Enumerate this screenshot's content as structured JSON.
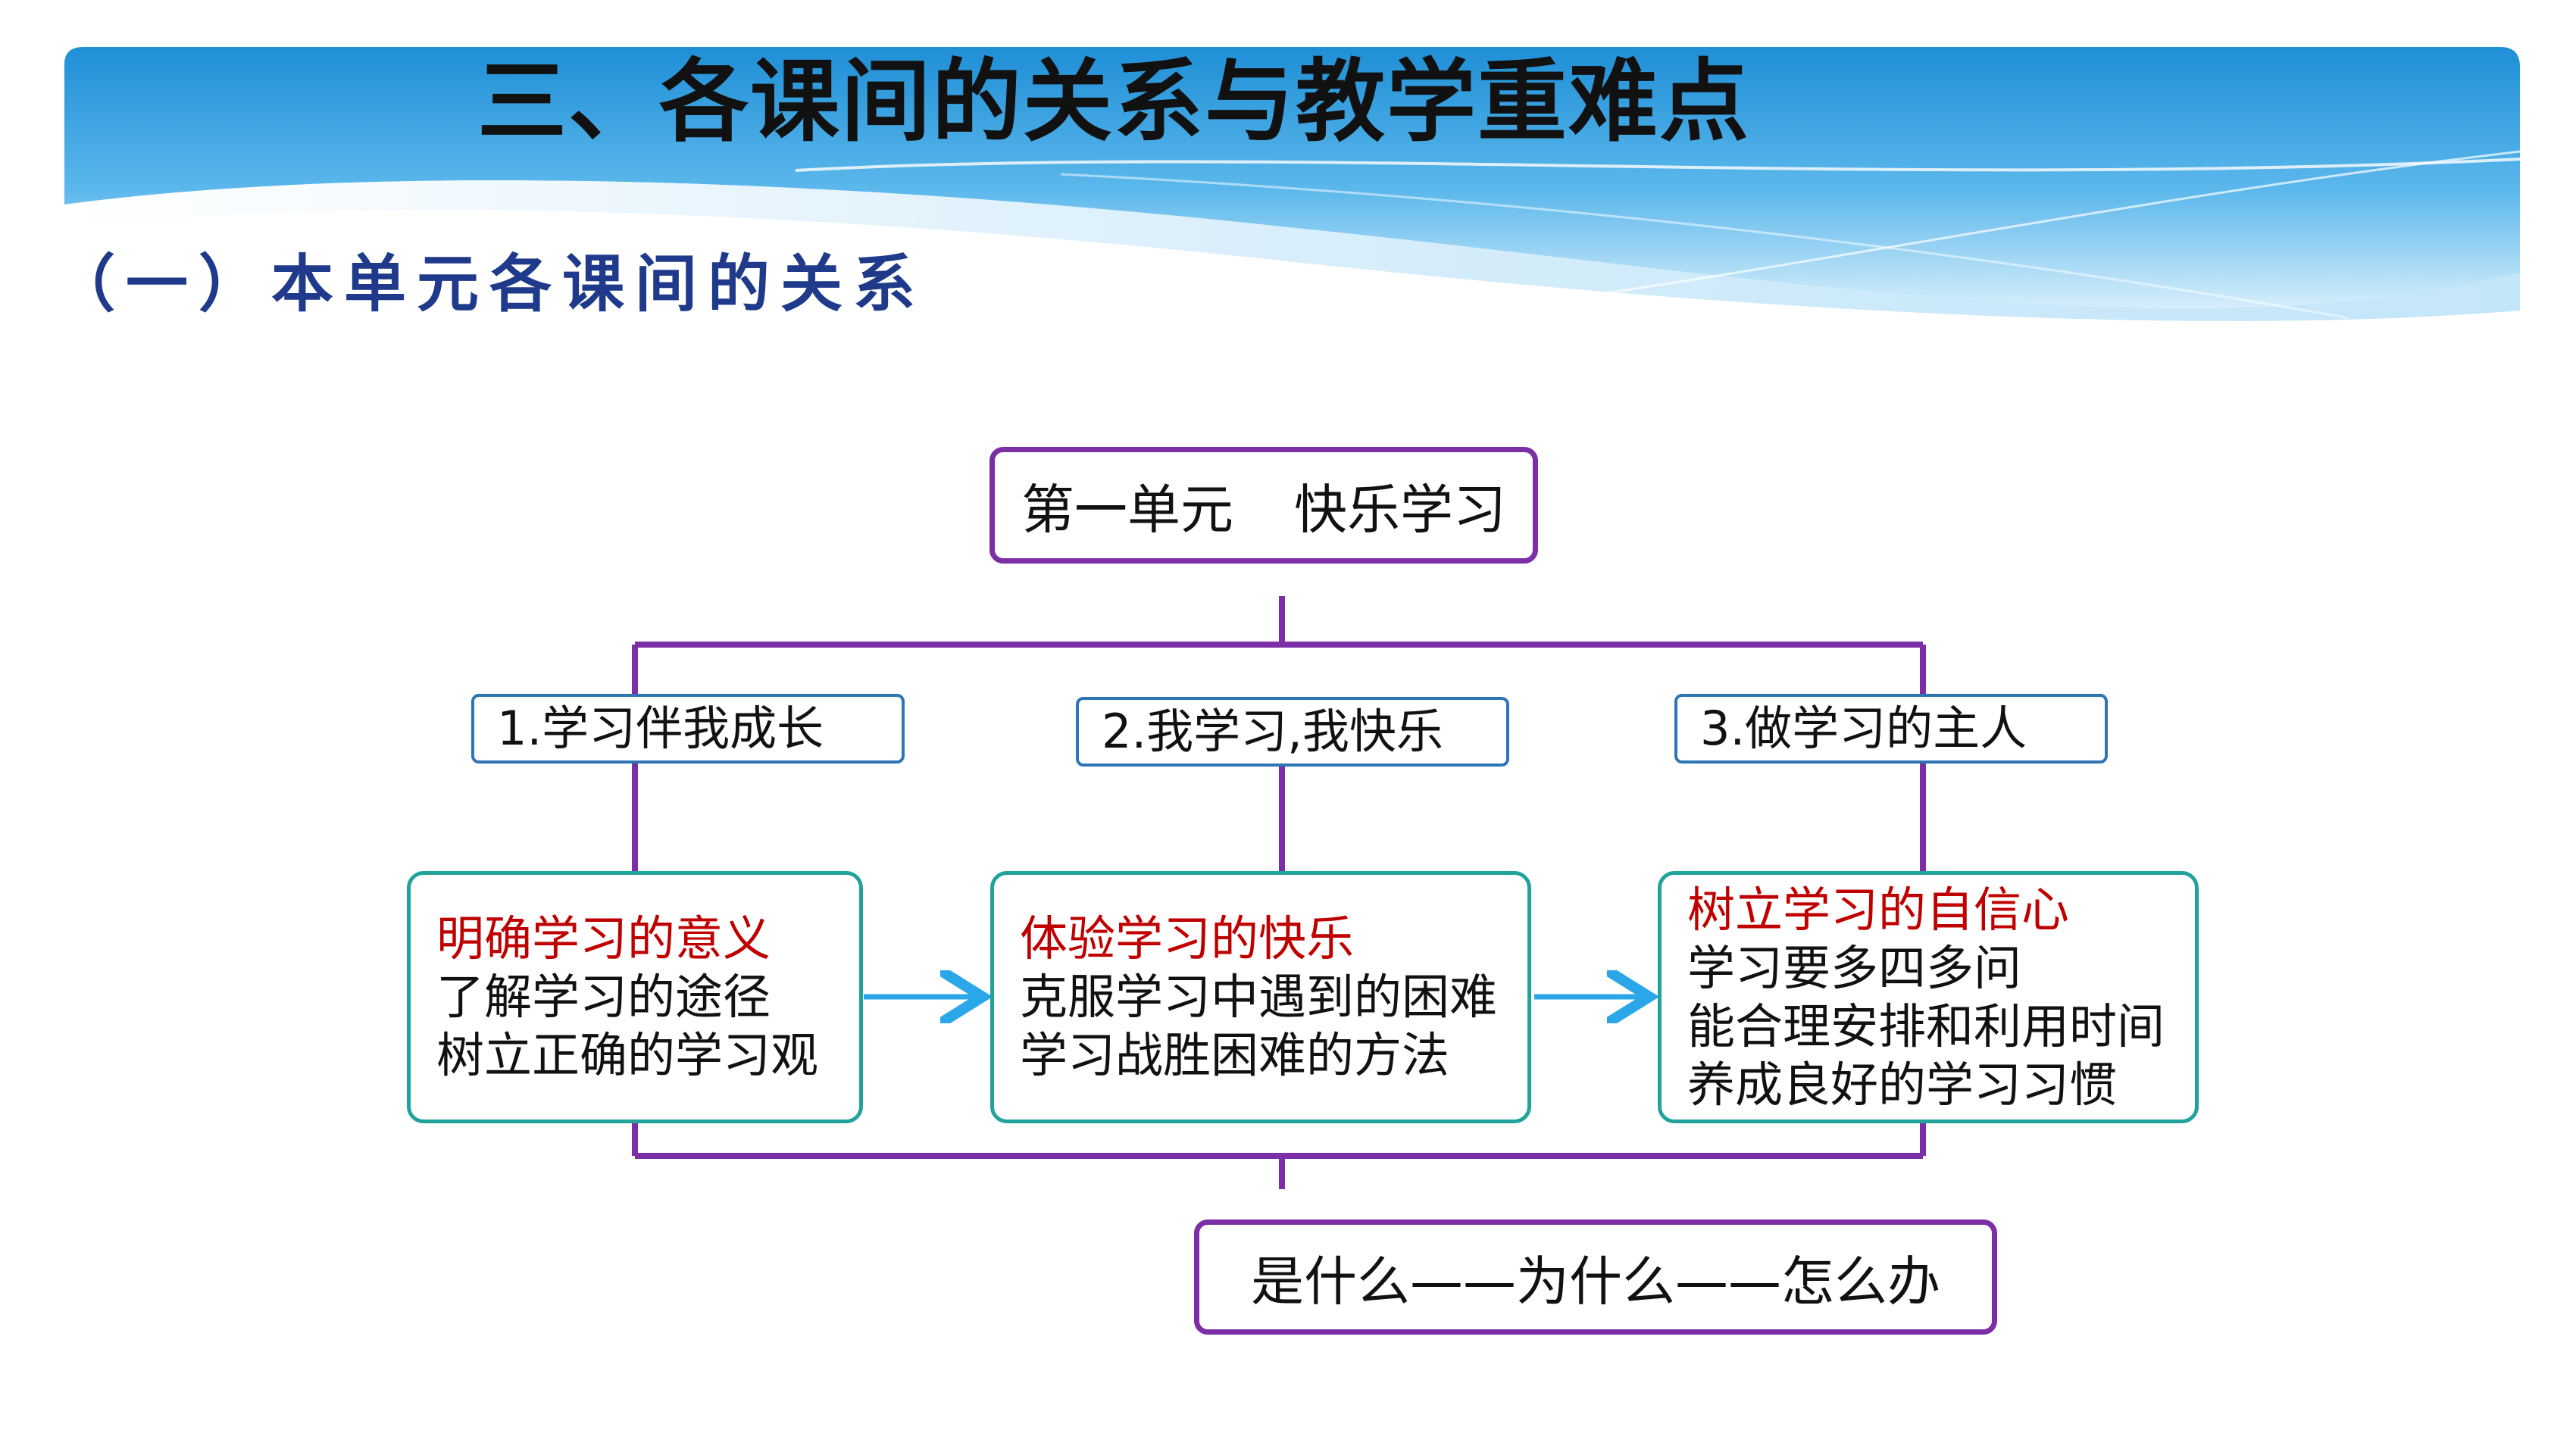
{
  "header": {
    "title": "三、各课间的关系与教学重难点",
    "subtitle": "（一）本单元各课间的关系"
  },
  "diagram": {
    "unit": {
      "name": "第一单元",
      "theme": "快乐学习"
    },
    "lessons": [
      {
        "title": "1.学习伴我成长",
        "highlight": "明确学习的意义",
        "lines": [
          "了解学习的途径",
          "树立正确的学习观"
        ]
      },
      {
        "title": "2.我学习,我快乐",
        "highlight": "体验学习的快乐",
        "lines": [
          "克服学习中遇到的困难",
          "学习战胜困难的方法"
        ]
      },
      {
        "title": "3.做学习的主人",
        "highlight": "树立学习的自信心",
        "lines": [
          "学习要多四多问",
          "能合理安排和利用时间",
          "养成良好的学习习惯"
        ]
      }
    ],
    "summary": "是什么——为什么——怎么办"
  },
  "colors": {
    "banner_light": "#bfe4f7",
    "banner_dark": "#1f8fd6",
    "connector_purple": "#7b2ea6",
    "lesson_border": "#2e75b6",
    "content_border": "#21a39b",
    "arrow": "#2aa7e8",
    "highlight_text": "#c00000",
    "subtitle_text": "#1f3a8a"
  }
}
